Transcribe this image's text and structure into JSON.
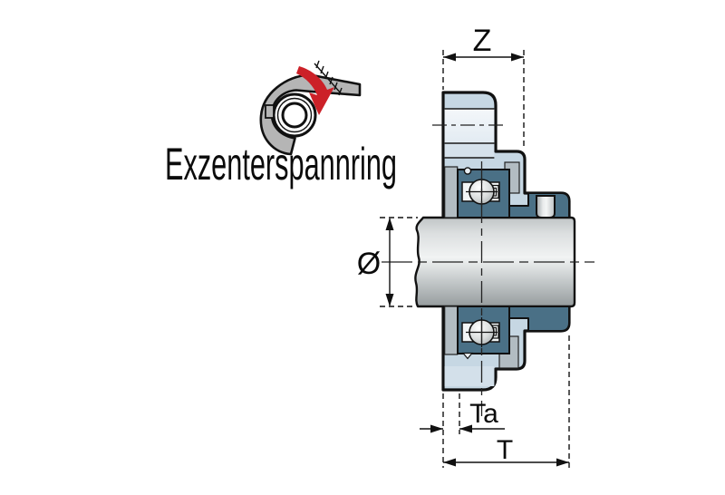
{
  "diagram": {
    "type": "technical-drawing-bearing-unit",
    "caption": "Exzenterspannring",
    "dimension_labels": {
      "z": "Z",
      "diameter": "Ø",
      "ta": "Ta",
      "t": "T"
    },
    "icon": "eccentric-locking-collar-with-rotation-arrow",
    "colors": {
      "background": "#ffffff",
      "outline_black": "#111111",
      "housing_light_blue": "#c6d7e3",
      "highlight_band": "#eef3f7",
      "bearing_steel_blue": "#4a7086",
      "gray_band": "#b2bcc2",
      "shaft_light_gray": "#f1f3f3",
      "shaft_dark_gray": "#969c9e",
      "arrow_red": "#cc2128",
      "icon_gray": "#b5b5b5"
    }
  }
}
